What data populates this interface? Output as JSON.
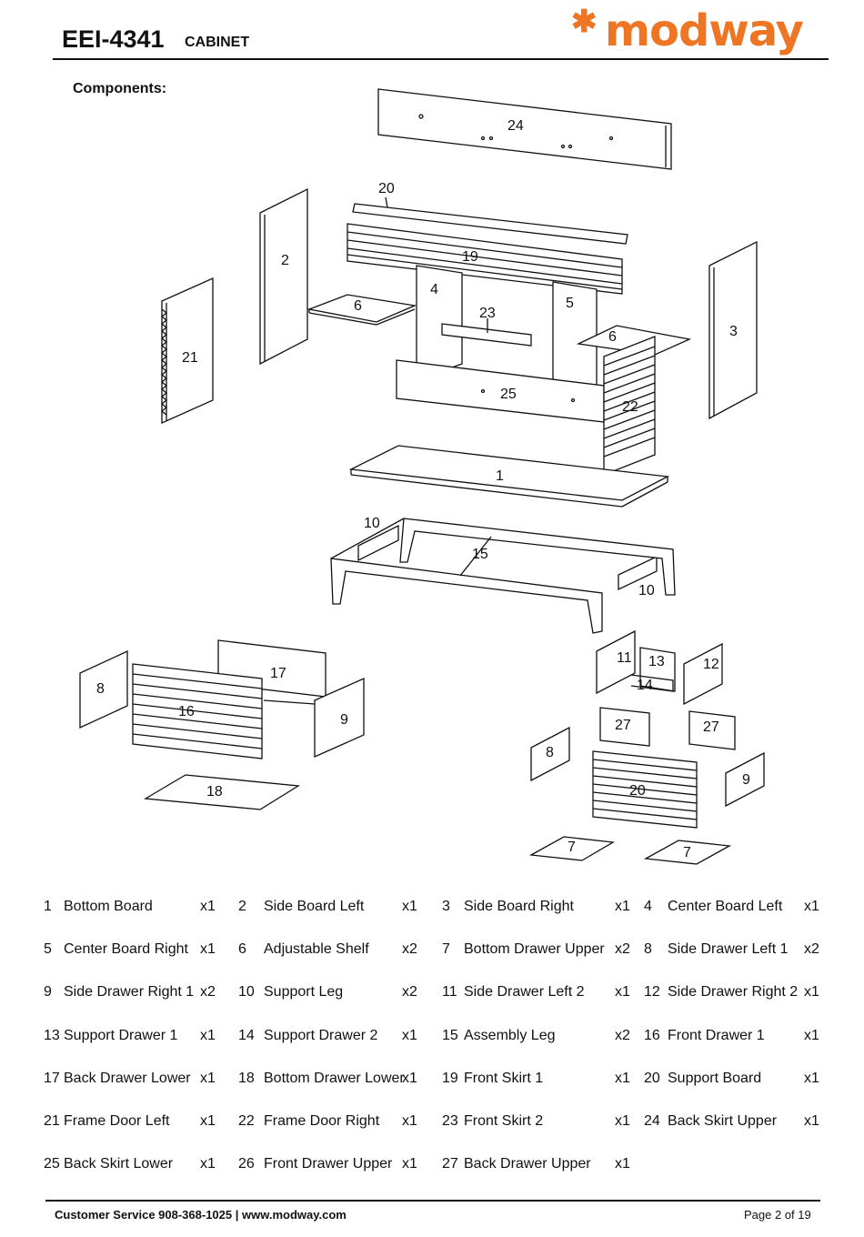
{
  "header": {
    "model": "EEI-4341",
    "product_type": "CABINET",
    "brand": {
      "name": "modway",
      "mark_icon": "orange-star-icon",
      "color": "#ee7524"
    }
  },
  "components_title": "Components:",
  "diagram_labels": {
    "p1": "1",
    "p2": "2",
    "p3": "3",
    "p4": "4",
    "p5": "5",
    "p6a": "6",
    "p6b": "6",
    "p7a": "7",
    "p7b": "7",
    "p8a": "8",
    "p8b": "8",
    "p9a": "9",
    "p9b": "9",
    "p10a": "10",
    "p10b": "10",
    "p11": "11",
    "p12": "12",
    "p13": "13",
    "p14": "14",
    "p15": "15",
    "p16": "16",
    "p17": "17",
    "p18": "18",
    "p19": "19",
    "p20a": "20",
    "p20b": "20",
    "p21": "21",
    "p22": "22",
    "p23": "23",
    "p24": "24",
    "p25": "25",
    "p27a": "27",
    "p27b": "27"
  },
  "parts": [
    {
      "num": "1",
      "name": "Bottom Board",
      "qty": "x1"
    },
    {
      "num": "2",
      "name": "Side Board Left",
      "qty": "x1"
    },
    {
      "num": "3",
      "name": "Side Board Right",
      "qty": "x1"
    },
    {
      "num": "4",
      "name": "Center Board Left",
      "qty": "x1"
    },
    {
      "num": "5",
      "name": "Center Board Right",
      "qty": "x1"
    },
    {
      "num": "6",
      "name": "Adjustable Shelf",
      "qty": "x2"
    },
    {
      "num": "7",
      "name": "Bottom Drawer Upper",
      "qty": "x2"
    },
    {
      "num": "8",
      "name": "Side Drawer Left 1",
      "qty": "x2"
    },
    {
      "num": "9",
      "name": "Side Drawer Right 1",
      "qty": "x2"
    },
    {
      "num": "10",
      "name": "Support Leg",
      "qty": "x2"
    },
    {
      "num": "11",
      "name": "Side Drawer Left 2",
      "qty": "x1"
    },
    {
      "num": "12",
      "name": "Side Drawer Right 2",
      "qty": "x1"
    },
    {
      "num": "13",
      "name": "Support Drawer 1",
      "qty": "x1"
    },
    {
      "num": "14",
      "name": "Support Drawer 2",
      "qty": "x1"
    },
    {
      "num": "15",
      "name": "Assembly Leg",
      "qty": "x2"
    },
    {
      "num": "16",
      "name": "Front Drawer 1",
      "qty": "x1"
    },
    {
      "num": "17",
      "name": "Back Drawer Lower",
      "qty": "x1"
    },
    {
      "num": "18",
      "name": "Bottom Drawer Lower",
      "qty": "x1"
    },
    {
      "num": "19",
      "name": "Front Skirt 1",
      "qty": "x1"
    },
    {
      "num": "20",
      "name": "Support Board",
      "qty": "x1"
    },
    {
      "num": "21",
      "name": "Frame Door Left",
      "qty": "x1"
    },
    {
      "num": "22",
      "name": "Frame Door Right",
      "qty": "x1"
    },
    {
      "num": "23",
      "name": "Front Skirt 2",
      "qty": "x1"
    },
    {
      "num": "24",
      "name": "Back Skirt Upper",
      "qty": "x1"
    },
    {
      "num": "25",
      "name": "Back Skirt Lower",
      "qty": "x1"
    },
    {
      "num": "26",
      "name": "Front Drawer Upper",
      "qty": "x1"
    },
    {
      "num": "27",
      "name": "Back Drawer Upper",
      "qty": "x1"
    }
  ],
  "footer": {
    "customer_service": "Customer Service 908-368-1025 | www.modway.com",
    "page": "Page 2 of 19"
  }
}
